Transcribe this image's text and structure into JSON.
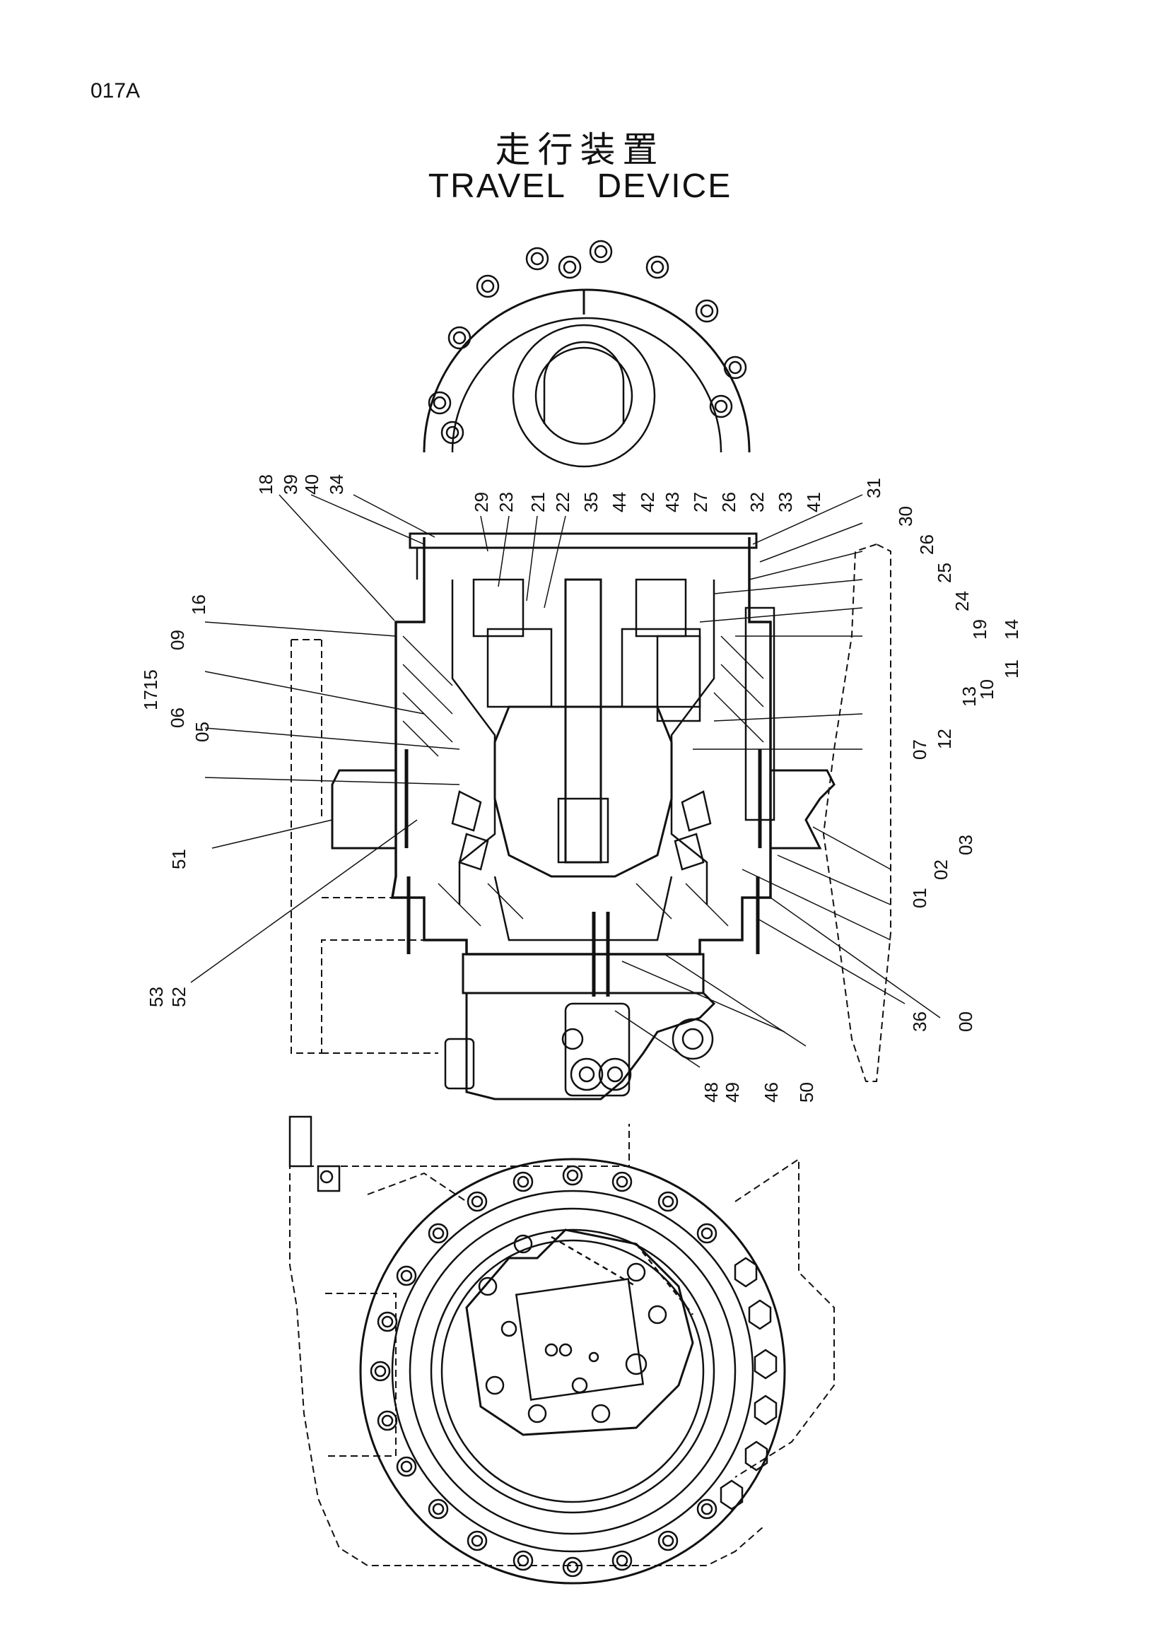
{
  "page_code": "017A",
  "title_cn": "走行装置",
  "title_en": "TRAVEL DEVICE",
  "callouts": [
    "18",
    "39",
    "40",
    "34",
    "29",
    "23",
    "21",
    "22",
    "35",
    "44",
    "42",
    "43",
    "27",
    "26",
    "32",
    "33",
    "41",
    "31",
    "30",
    "26",
    "25",
    "24",
    "19",
    "14",
    "11",
    "10",
    "13",
    "12",
    "07",
    "16",
    "09",
    "1715",
    "06",
    "05",
    "51",
    "53",
    "52",
    "03",
    "02",
    "01",
    "36",
    "00",
    "48",
    "49",
    "46",
    "50"
  ]
}
